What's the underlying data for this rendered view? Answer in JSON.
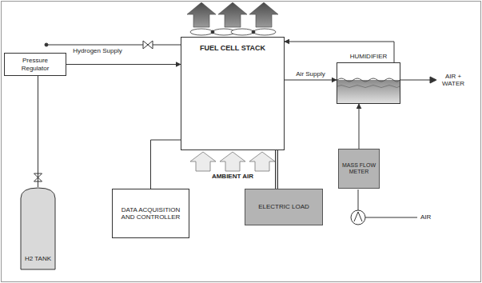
{
  "diagram": {
    "nodes": [
      {
        "text": [
          "FUEL CELL STACK"
        ]
      },
      {
        "text": [
          "Pressure Regulator"
        ]
      },
      {
        "text": [
          "HUMIDIFIER"
        ]
      },
      {
        "text": [
          "H2 TANK"
        ]
      },
      {
        "text": [
          "DATA ACQUISITION AND CONTROLLER"
        ]
      },
      {
        "text": [
          "ELECTRIC LOAD"
        ]
      },
      {
        "text": [
          "MASS FLOW METER"
        ]
      }
    ],
    "edges": [
      {
        "from": 1,
        "to": 0,
        "arrow": "to"
      },
      {
        "from": 3,
        "to": 1,
        "arrow": "none"
      },
      {
        "from": 4,
        "to": 0,
        "arrow": "none"
      },
      {
        "from": 0,
        "to": 5,
        "arrow": "none"
      },
      {
        "from": 0,
        "to": 2,
        "arrow": "to",
        "label": "Air Supply"
      },
      {
        "from": 2,
        "to": 0,
        "arrow": "to"
      },
      {
        "from": 6,
        "to": 2,
        "arrow": "to"
      }
    ],
    "labels": [
      "Hydrogen Supply",
      "AMBIENT AIR",
      "AIR + WATER",
      "AIR"
    ]
  }
}
